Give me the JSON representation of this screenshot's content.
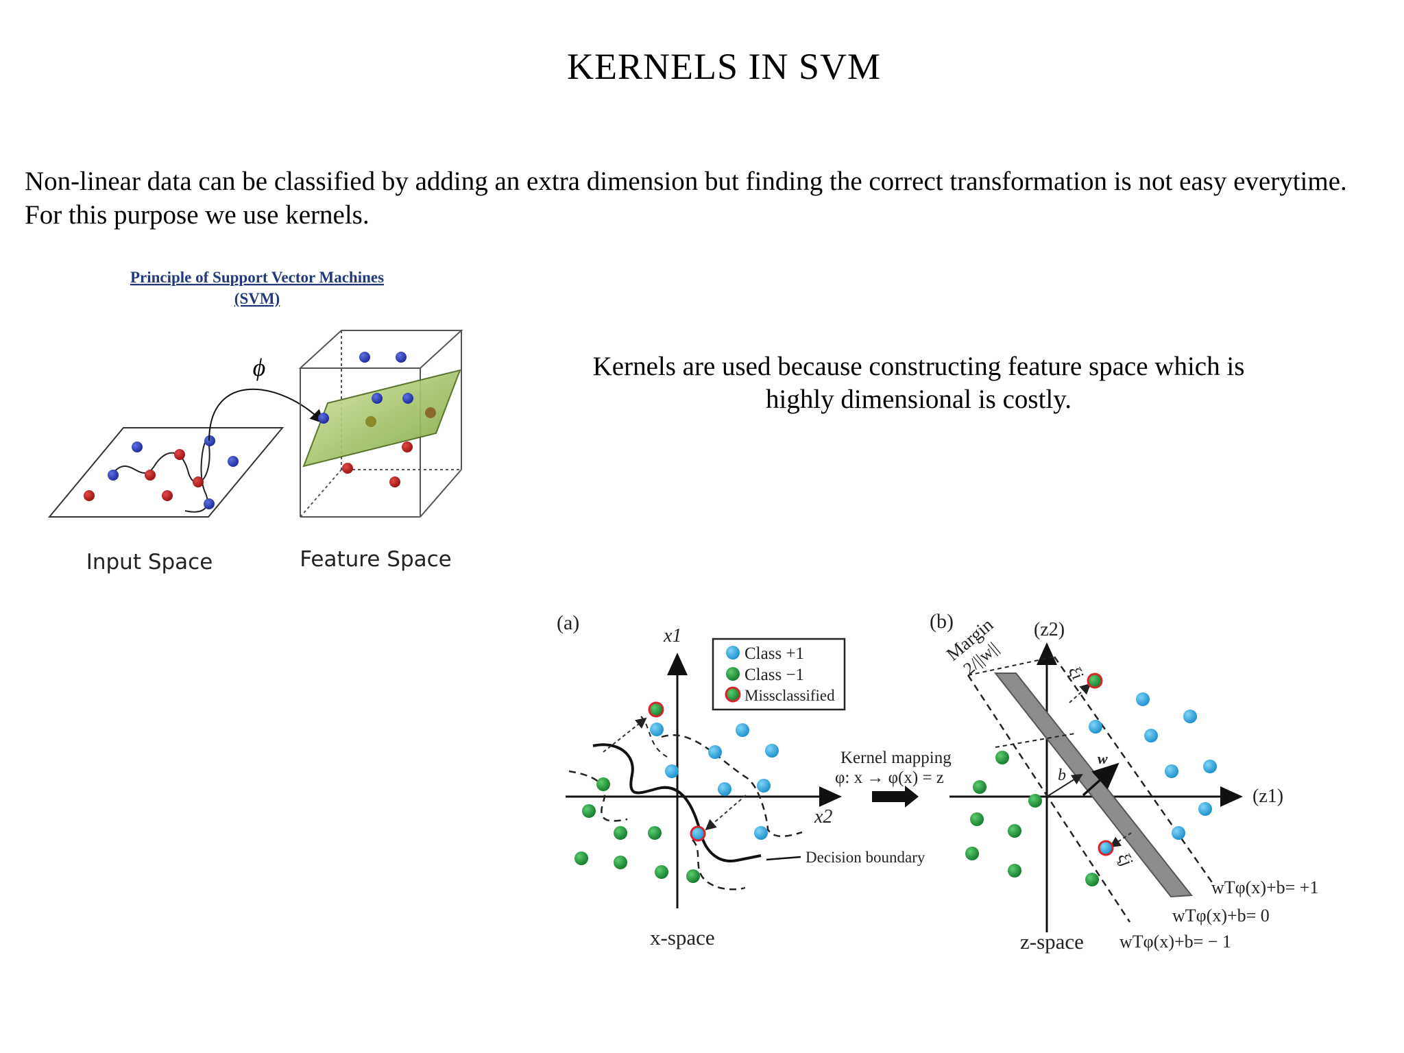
{
  "slide": {
    "title": "KERNELS IN SVM",
    "intro_line1": "Non-linear data can be classified by adding an extra dimension but finding the correct transformation is not easy everytime.",
    "intro_line2": "For this purpose we use kernels.",
    "side_text": "Kernels are used because constructing feature space which is highly dimensional is costly."
  },
  "figure1": {
    "title_line1": "Principle of Support Vector Machines",
    "title_line2": "(SVM)",
    "phi": "ϕ",
    "input_label": "Input Space",
    "feature_label": "Feature Space",
    "colors": {
      "blue_point": "#2233aa",
      "red_point": "#b01818",
      "plane": "#9cbd4a"
    }
  },
  "figure2": {
    "panel_a": "(a)",
    "panel_b": "(b)",
    "x1_label": "x1",
    "x2_label": "x2",
    "legend": [
      "Class  +1",
      "Class  −1",
      "Missclassified"
    ],
    "kernel_label": "Kernel mapping",
    "kernel_formula": "φ: x → φ(x) = z",
    "decision_label": "Decision boundary",
    "xspace_label": "x-space",
    "zspace_label": "z-space",
    "z1_label": "(z1)",
    "z2_label": "(z2)",
    "margin_label": "Margin",
    "margin_formula": "2/||w||",
    "xi_i": "ξi",
    "xi_j": "ξj",
    "w_label": "w",
    "b_label": "b",
    "eq_plus": "wTφ(x)+b= +1",
    "eq_zero": "wTφ(x)+b= 0",
    "eq_minus": "wTφ(x)+b= − 1",
    "colors": {
      "class_pos": "#29a6dd",
      "class_neg": "#1f9a3e",
      "misclassified_ring": "#d6262b"
    }
  }
}
